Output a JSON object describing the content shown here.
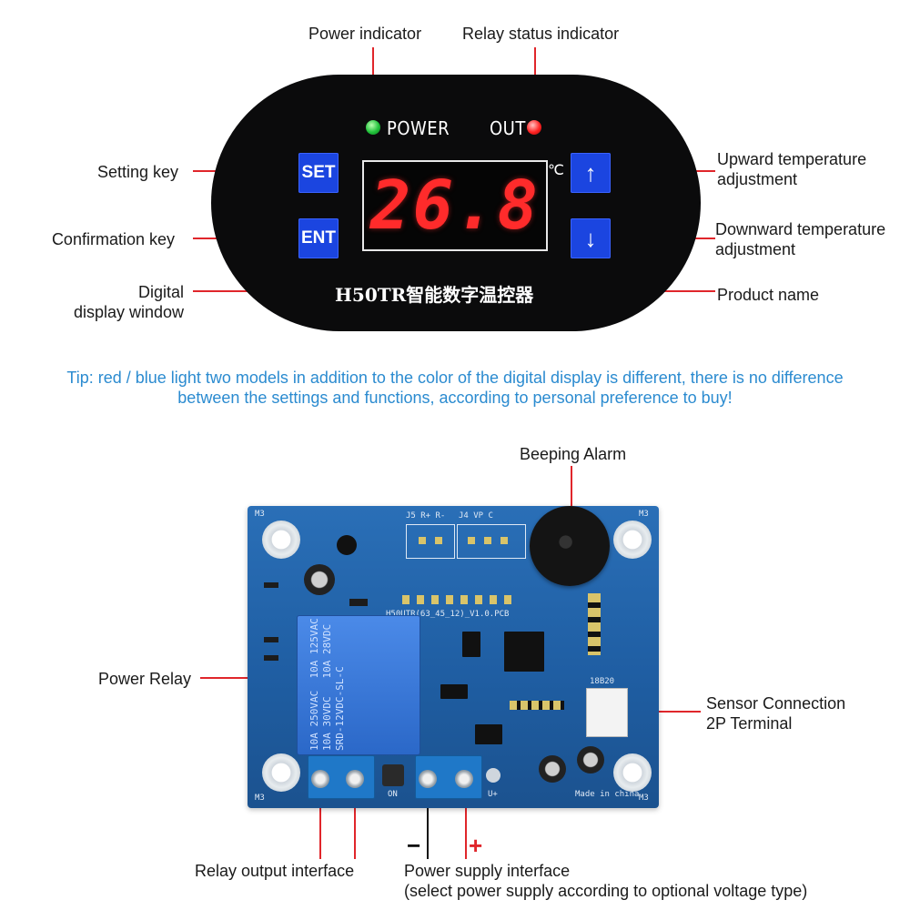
{
  "callouts": {
    "power_indicator": "Power indicator",
    "relay_status_indicator": "Relay status indicator",
    "setting_key": "Setting key",
    "confirmation_key": "Confirmation key",
    "digital_display_line1": "Digital",
    "digital_display_line2": "display window",
    "upward_line1": "Upward temperature",
    "upward_line2": "adjustment",
    "downward_line1": "Downward temperature",
    "downward_line2": "adjustment",
    "product_name": "Product name"
  },
  "panel": {
    "power_label": "POWER",
    "out_label": "OUT",
    "set_key": "SET",
    "ent_key": "ENT",
    "display_value": "26.8",
    "unit": "℃",
    "up_key": "↑",
    "down_key": "↓",
    "product_name": "H50TR智能数字温控器"
  },
  "tip": {
    "line1": "Tip: red / blue light two models in addition to the color of the digital display is different, there is no difference",
    "line2": "between the settings and functions, according to personal preference to buy!"
  },
  "pcb_callouts": {
    "beeping_alarm": "Beeping Alarm",
    "power_relay": "Power Relay",
    "sensor_line1": "Sensor Connection",
    "sensor_line2": "2P Terminal",
    "relay_output": "Relay output interface",
    "power_supply_line1": "Power supply interface",
    "power_supply_line2": "(select power supply according to optional voltage type)",
    "minus": "−",
    "plus": "+"
  },
  "pcb": {
    "relay_text": "10A 250VAC  10A 125VAC\n10A 30VDC   10A 28VDC\nSRD-12VDC-SL-C",
    "board_label": "H50UTR(63_45_12)_V1.0.PCB",
    "j5": "J5 R+ R-",
    "j4": "J4 VP C",
    "made_in": "Made in china",
    "sensor_silk": "18B20",
    "on_label": "ON",
    "u_plus": "U+",
    "corner_tl": "M3",
    "corner_tr": "M3",
    "corner_bl": "M3",
    "corner_br": "M3"
  },
  "colors": {
    "leader": "#e0262b",
    "tip_text": "#2b8bd0",
    "key_blue": "#1b45e0",
    "display_red": "#ff2b2b",
    "pcb_blue": "#2a6fb7"
  }
}
